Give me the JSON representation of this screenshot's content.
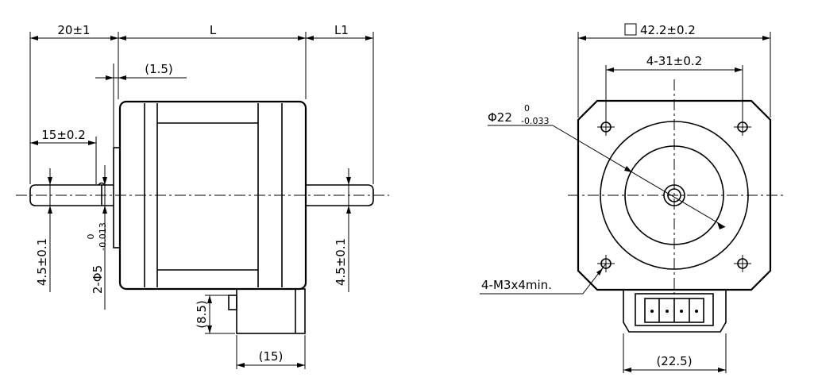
{
  "side_view": {
    "dims": {
      "shaft_length": "20±1",
      "body_length": "L",
      "rear_shaft_length": "L1",
      "pilot_thickness": "(1.5)",
      "flat_length": "15±0.2",
      "front_flat": "4.5±0.1",
      "rear_flat": "4.5±0.1",
      "shaft_dia_prefix": "2-Φ5",
      "shaft_dia_upper": "0",
      "shaft_dia_lower": "-0.013",
      "connector_height": "(8.5)",
      "connector_width": "(15)"
    }
  },
  "front_view": {
    "dims": {
      "square": "42.2±0.2",
      "hole_pitch": "4-31±0.2",
      "pilot_prefix": "Φ22",
      "pilot_upper": "0",
      "pilot_lower": "-0.033",
      "mount_holes": "4-M3x4min.",
      "connector_width": "(22.5)"
    }
  }
}
